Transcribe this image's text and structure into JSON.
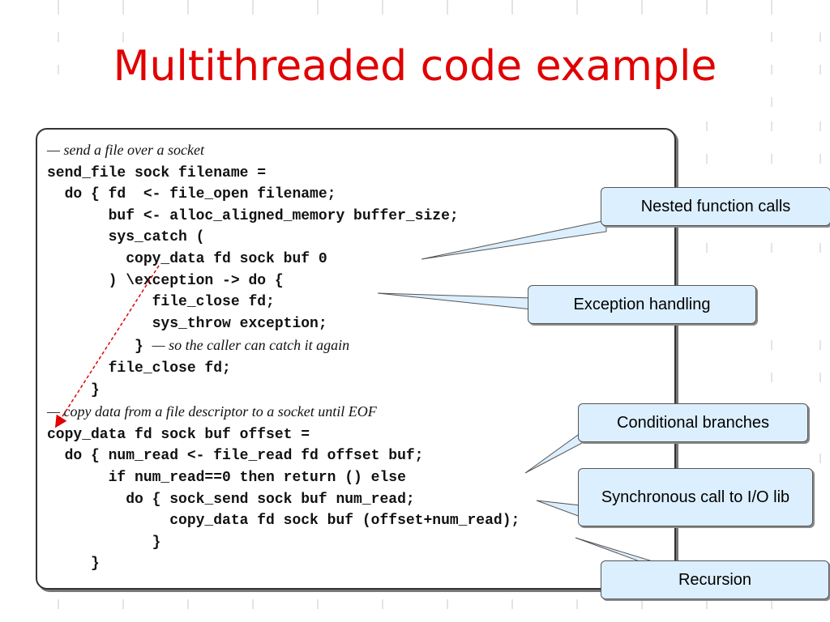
{
  "title": "Multithreaded code example",
  "code": {
    "comment1": "— send a file over a socket",
    "line1": "send_file sock filename =",
    "line2": "  do { fd  <- file_open filename;",
    "line3": "       buf <- alloc_aligned_memory buffer_size;",
    "line4": "       sys_catch (",
    "line5": "         copy_data fd sock buf 0",
    "line6": "       ) \\exception -> do {",
    "line7": "            file_close fd;",
    "line8": "            sys_throw exception;",
    "line9a": "          } ",
    "comment2": "— so the caller can catch it again",
    "line10": "       file_close fd;",
    "line11": "     }",
    "comment3": "— copy data from a file descriptor to a socket until EOF",
    "line12": "copy_data fd sock buf offset =",
    "line13": "  do { num_read <- file_read fd offset buf;",
    "line14": "       if num_read==0 then return () else",
    "line15": "         do { sock_send sock buf num_read;",
    "line16": "              copy_data fd sock buf (offset+num_read);",
    "line17": "            }",
    "line18": "     }"
  },
  "callouts": {
    "nested": "Nested function calls",
    "exception": "Exception handling",
    "conditional": "Conditional branches",
    "synchronous": "Synchronous call to I/O lib",
    "recursion": "Recursion"
  },
  "colors": {
    "title": "#e00000",
    "callout_fill": "#dcefff",
    "arrow": "#e00000"
  }
}
